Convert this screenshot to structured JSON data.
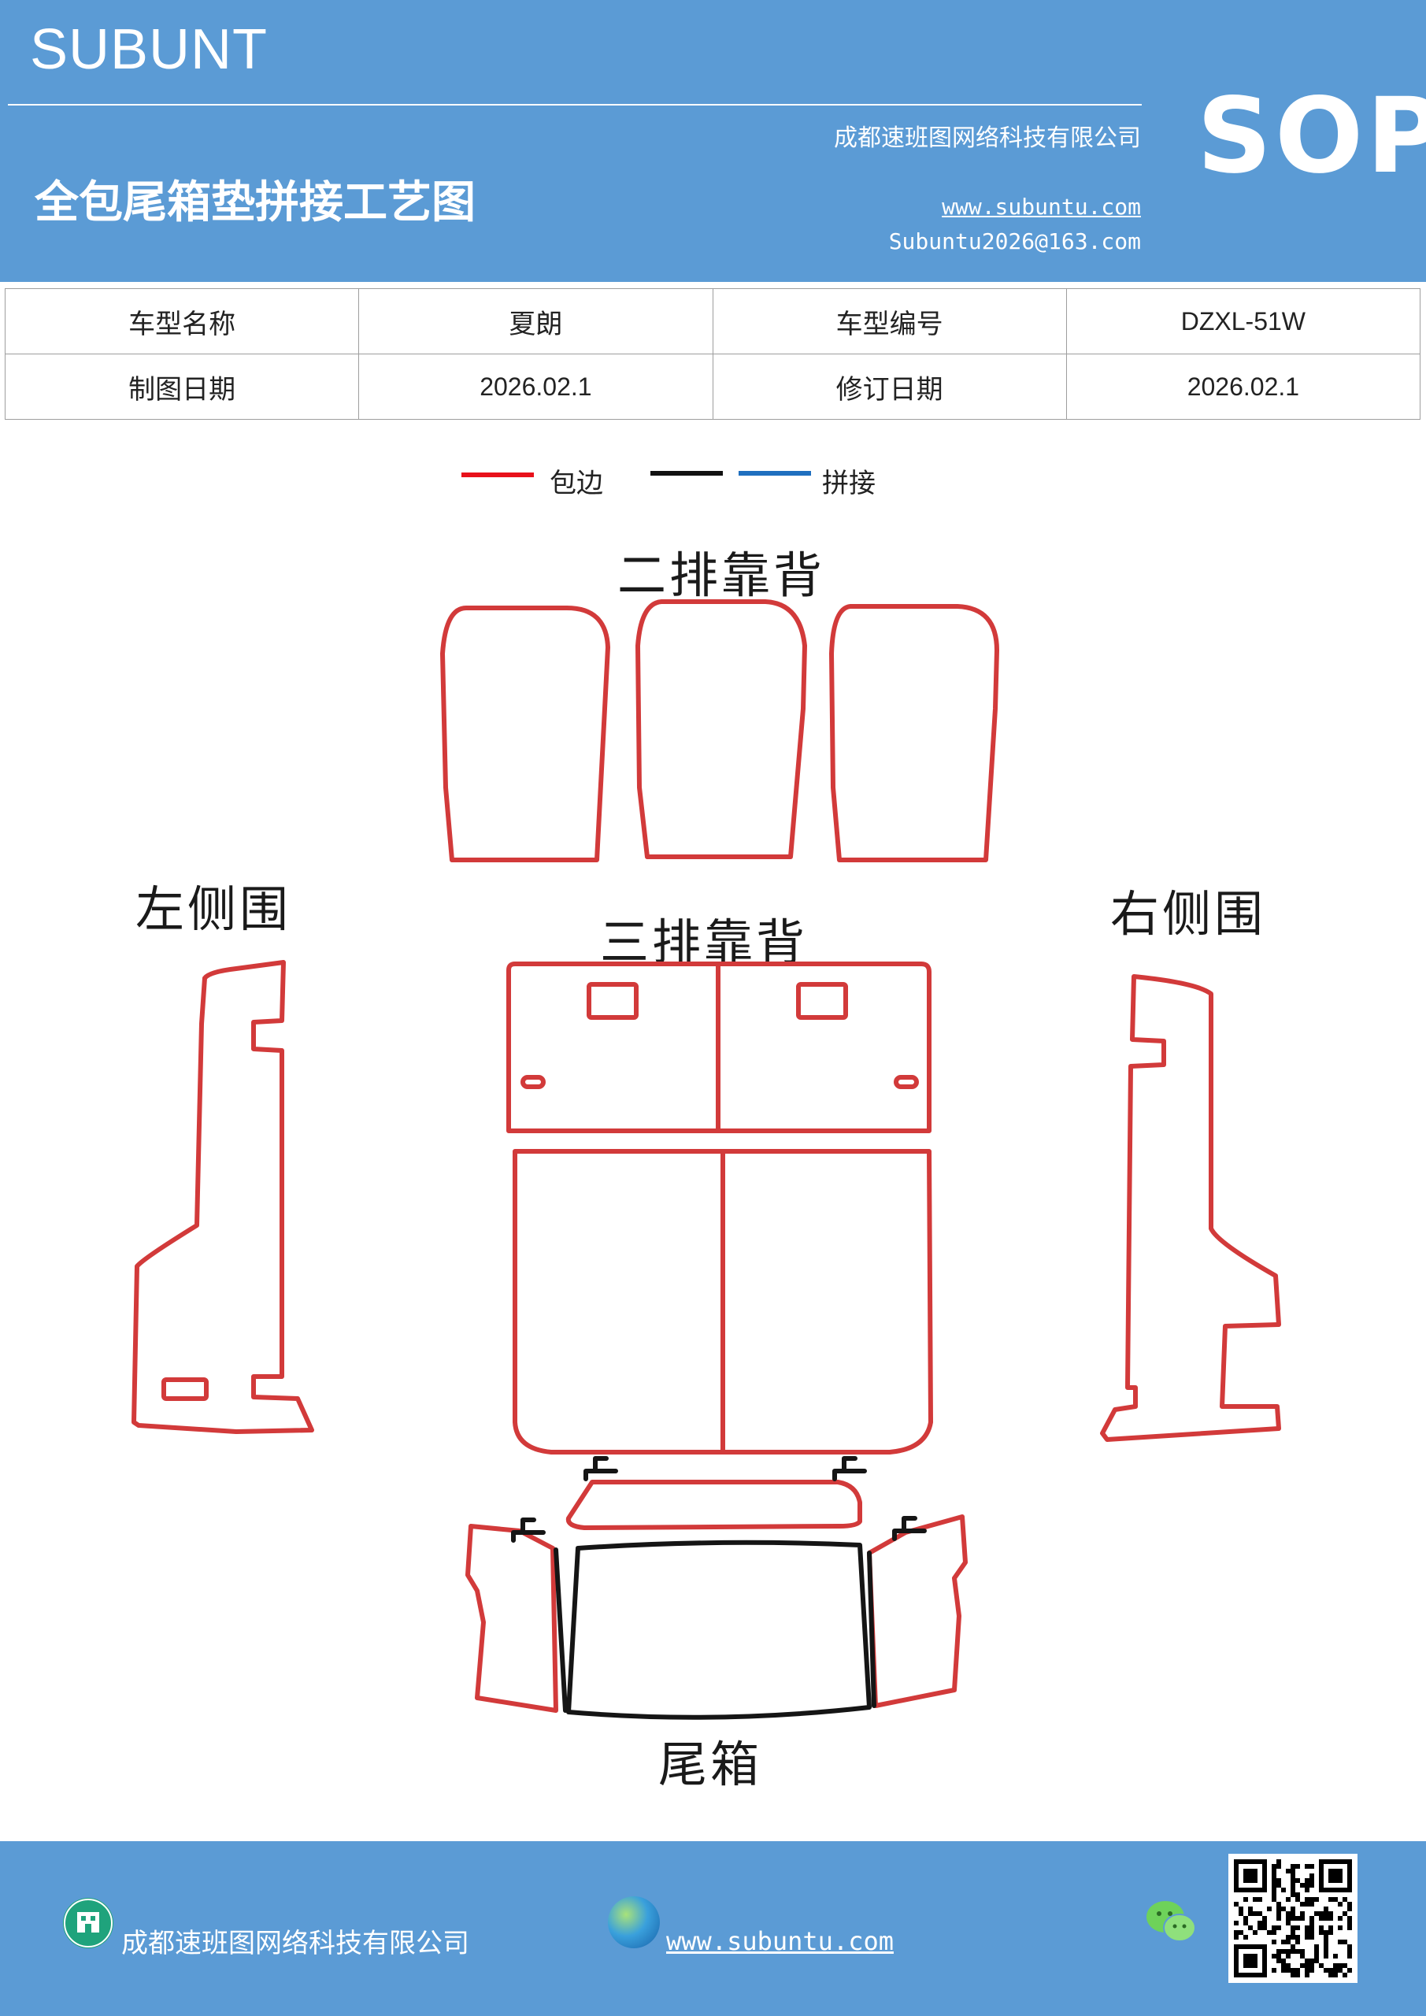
{
  "header": {
    "brand": "SUBUNT",
    "company": "成都速班图网络科技有限公司",
    "title": "全包尾箱垫拼接工艺图",
    "website": "www.subuntu.com",
    "email": "Subuntu2026@163.com",
    "badge": "SOP"
  },
  "info": {
    "model_name_label": "车型名称",
    "model_name": "夏朗",
    "model_code_label": "车型编号",
    "model_code": "DZXL-51W",
    "draw_date_label": "制图日期",
    "draw_date": "2026.02.1",
    "revise_date_label": "修订日期",
    "revise_date": "2026.02.1"
  },
  "legend": {
    "edge_label": "包边",
    "splice_label": "拼接",
    "edge_color": "#e8111b",
    "black_color": "#111111",
    "splice_color": "#1f6fbf"
  },
  "drawing": {
    "second_row_back": "二排靠背",
    "third_row_back": "三排靠背",
    "left_side": "左侧围",
    "right_side": "右侧围",
    "trunk": "尾箱",
    "outline_color": "#d23a3a",
    "splice_line_color": "#151515"
  },
  "footer": {
    "company": "成都速班图网络科技有限公司",
    "website": "www.subuntu.com"
  }
}
